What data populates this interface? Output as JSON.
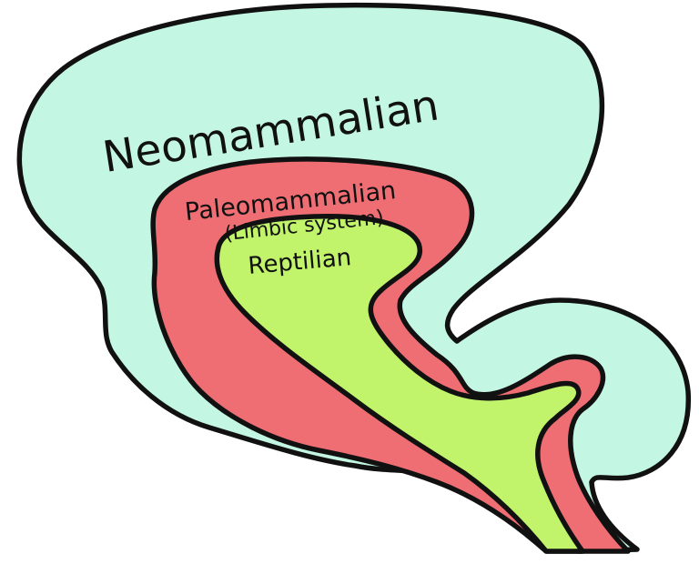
{
  "colors": {
    "neomammalian": "#c4f7e3",
    "paleomammalian": "#ef6e74",
    "reptilian": "#c1f46b",
    "outline": "#111111"
  },
  "labels": {
    "neomammalian": "Neomammalian",
    "paleomammalian": "Paleomammalian",
    "limbic_system": "(Limbic system)",
    "reptilian": "Reptilian"
  }
}
